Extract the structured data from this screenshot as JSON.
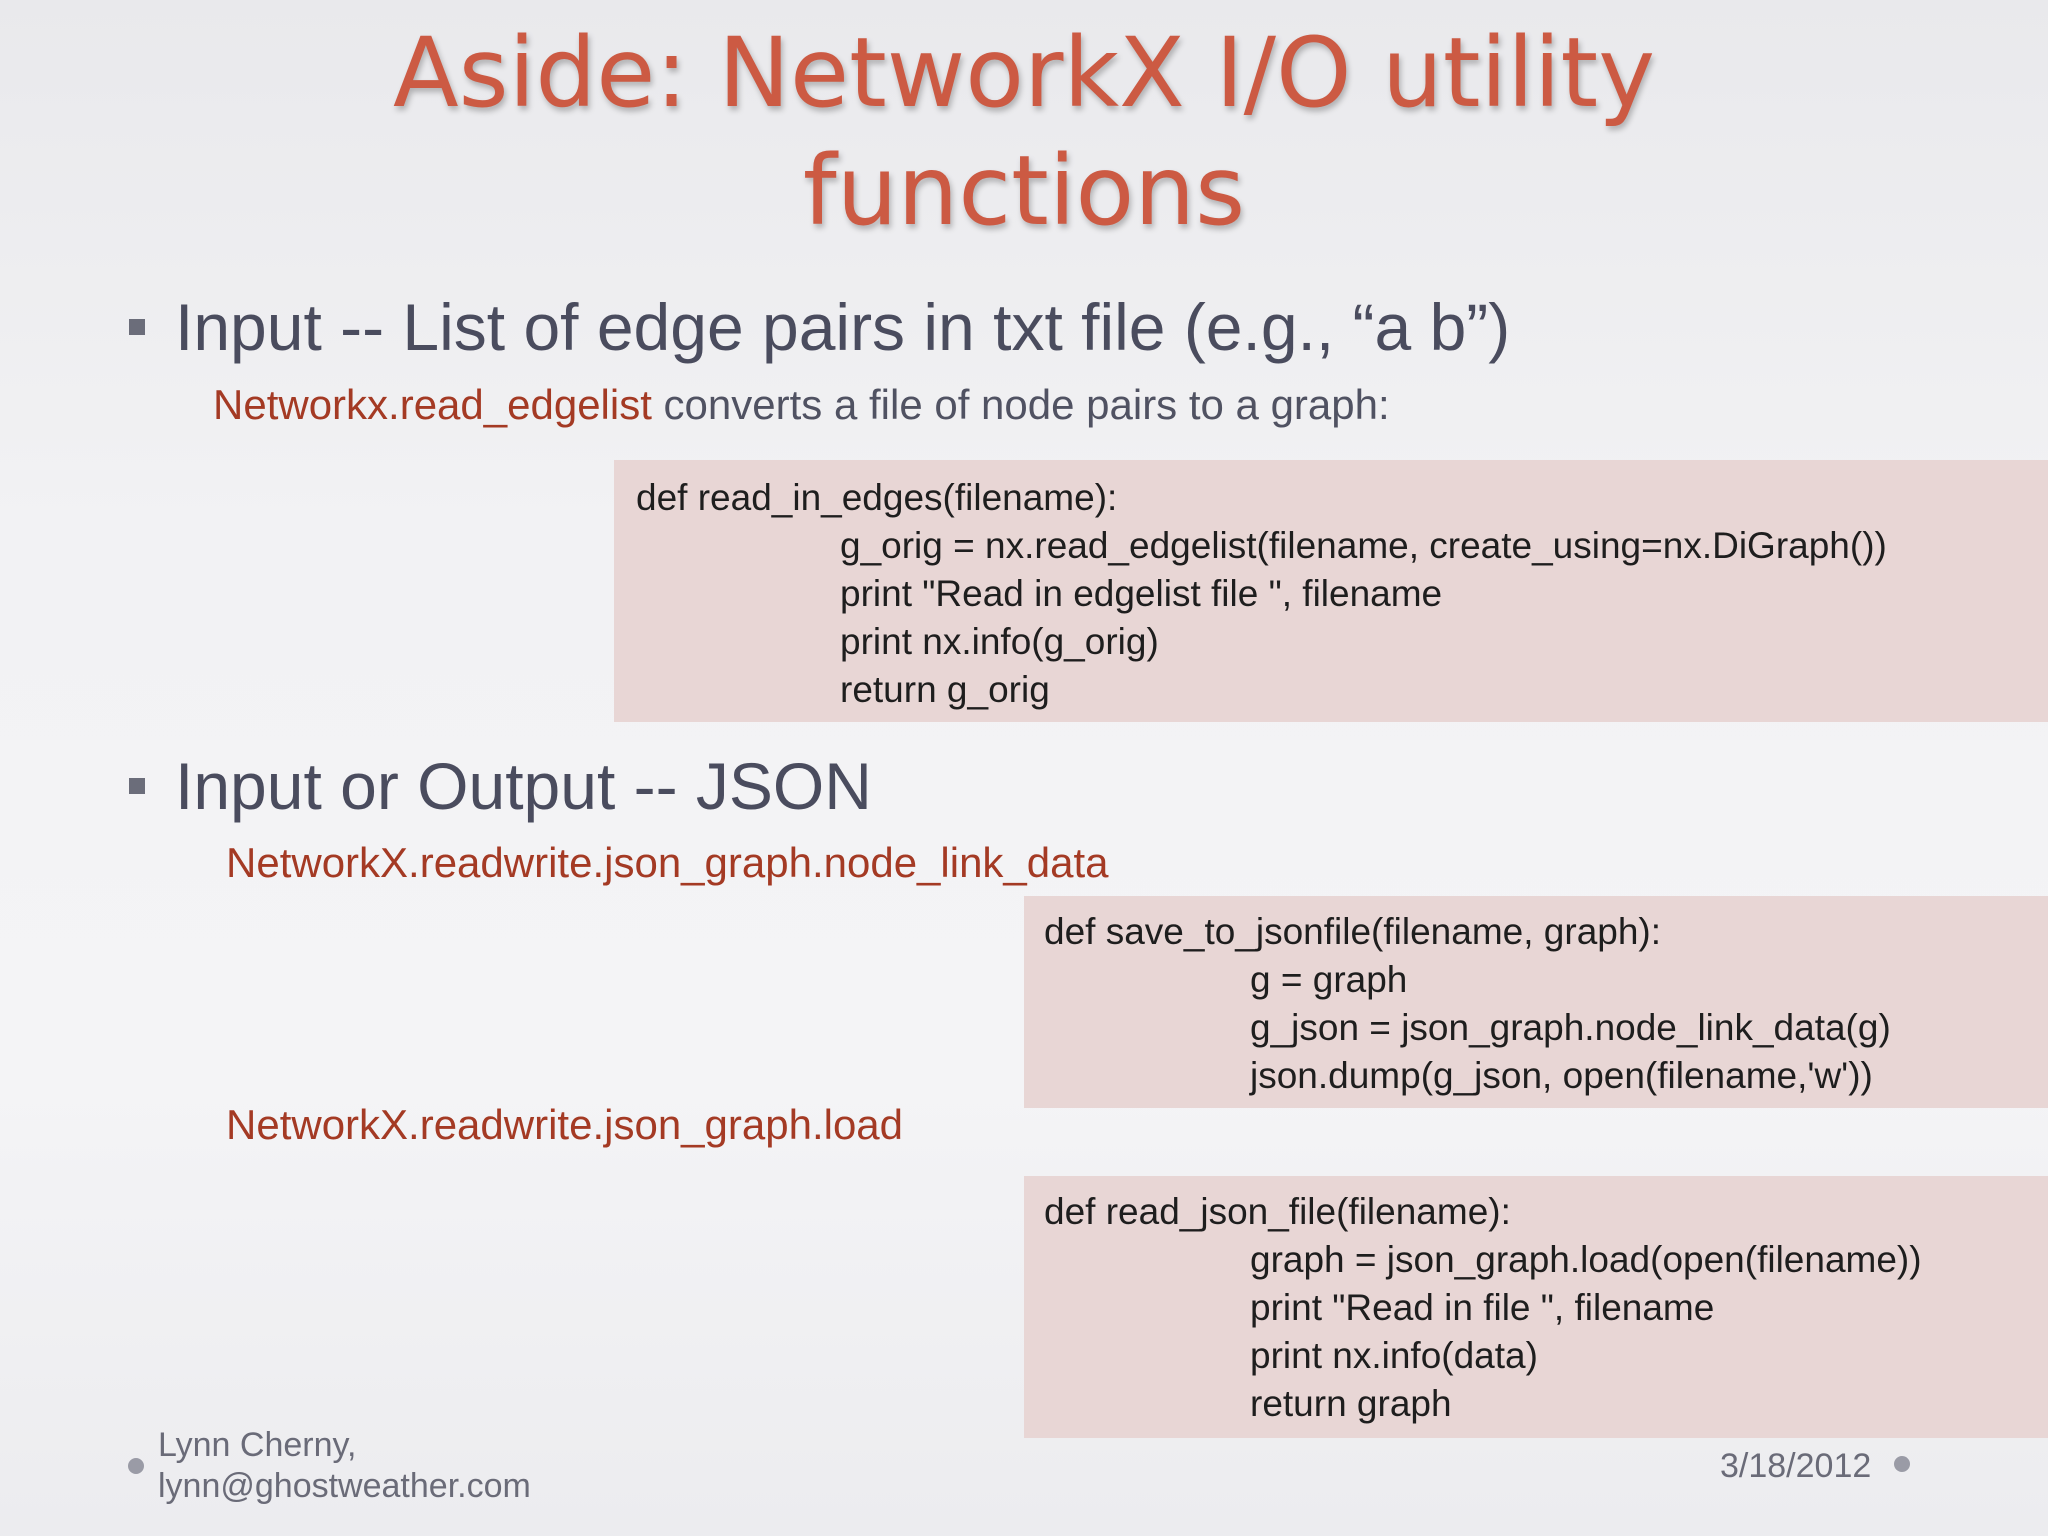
{
  "title": {
    "line1": "Aside: NetworkX I/O utility",
    "line2": "functions"
  },
  "bullets": [
    {
      "text": "Input -- List of edge pairs in txt file  (e.g., “a b”)",
      "sub": {
        "red": "Networkx.read_edgelist",
        "rest": " converts a file of node pairs to a graph:"
      },
      "code": [
        "def read_in_edges(filename):",
        "g_orig = nx.read_edgelist(filename, create_using=nx.DiGraph())",
        "print \"Read in edgelist file \", filename",
        "print nx.info(g_orig)",
        "return g_orig"
      ]
    },
    {
      "text": "Input or Output -- JSON",
      "sub1": "NetworkX.readwrite.json_graph.node_link_data",
      "code1": [
        "def save_to_jsonfile(filename, graph):",
        "g = graph",
        "g_json = json_graph.node_link_data(g)",
        "json.dump(g_json, open(filename,'w'))"
      ],
      "sub2": "NetworkX.readwrite.json_graph.load",
      "code2": [
        "def read_json_file(filename):",
        "graph = json_graph.load(open(filename))",
        "print \"Read in file \", filename",
        "print nx.info(data)",
        "return graph"
      ]
    }
  ],
  "footer": {
    "author_line1": "Lynn Cherny,",
    "author_line2": "lynn@ghostweather.com",
    "date": "3/18/2012"
  },
  "colors": {
    "title": "#cc5a43",
    "function_name": "#a43a24",
    "code_bg": "#e8d6d5"
  }
}
